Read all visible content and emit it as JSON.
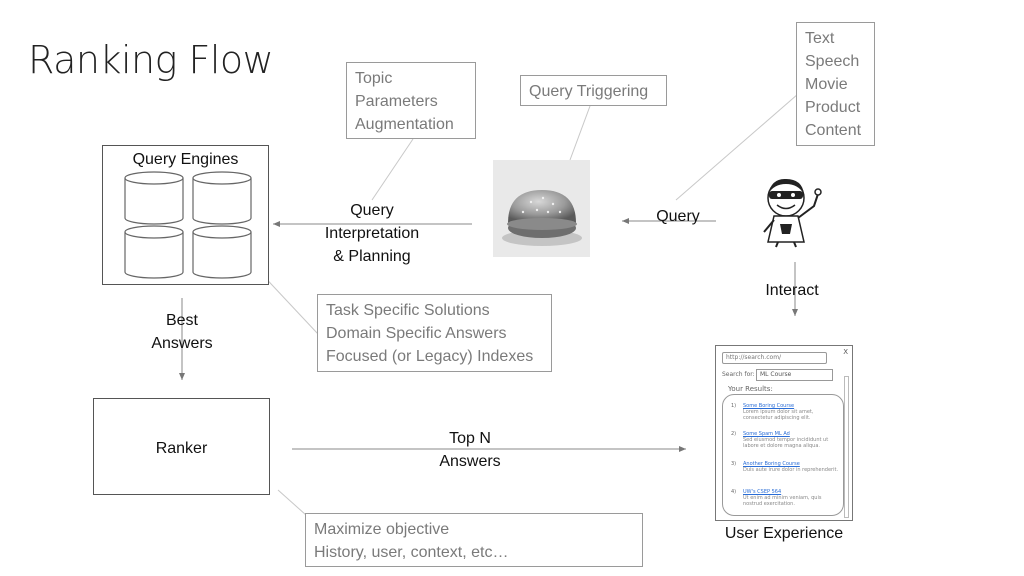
{
  "title": "Ranking Flow",
  "boxes": {
    "query_engines": "Query Engines",
    "ranker": "Ranker",
    "topic": [
      "Topic",
      "Parameters",
      "Augmentation"
    ],
    "query_triggering": "Query Triggering",
    "media_types": [
      "Text",
      "Speech",
      "Movie",
      "Product",
      "Content"
    ],
    "task_solutions": [
      "Task Specific Solutions",
      "Domain Specific Answers",
      "Focused (or Legacy) Indexes"
    ],
    "maximize": [
      "Maximize objective",
      "History, user, context, etc…"
    ]
  },
  "labels": {
    "query_interp": [
      "Query",
      "Interpretation",
      "& Planning"
    ],
    "query": "Query",
    "interact": "Interact",
    "best_answers": [
      "Best",
      "Answers"
    ],
    "top_n": [
      "Top N",
      "Answers"
    ],
    "user_experience": "User Experience"
  },
  "browser": {
    "url": "http://search.com/",
    "close": "X",
    "search_label": "Search for:",
    "search_value": "ML Course",
    "results_label": "Your Results:",
    "results": [
      {
        "num": "1)",
        "link": "Some Boring Course",
        "desc": "Lorem ipsum dolor sit amet, consectetur adipiscing elit."
      },
      {
        "num": "2)",
        "link": "Some Spam ML Ad",
        "desc": "Sed eiusmod tempor incididunt ut labore et dolore magna aliqua."
      },
      {
        "num": "3)",
        "link": "Another Boring Course",
        "desc": "Duis aute irure dolor in reprehenderit."
      },
      {
        "num": "4)",
        "link": "UW's CSEP 564",
        "desc": "Ut enim ad minim veniam, quis nostrud exercitation."
      }
    ]
  }
}
